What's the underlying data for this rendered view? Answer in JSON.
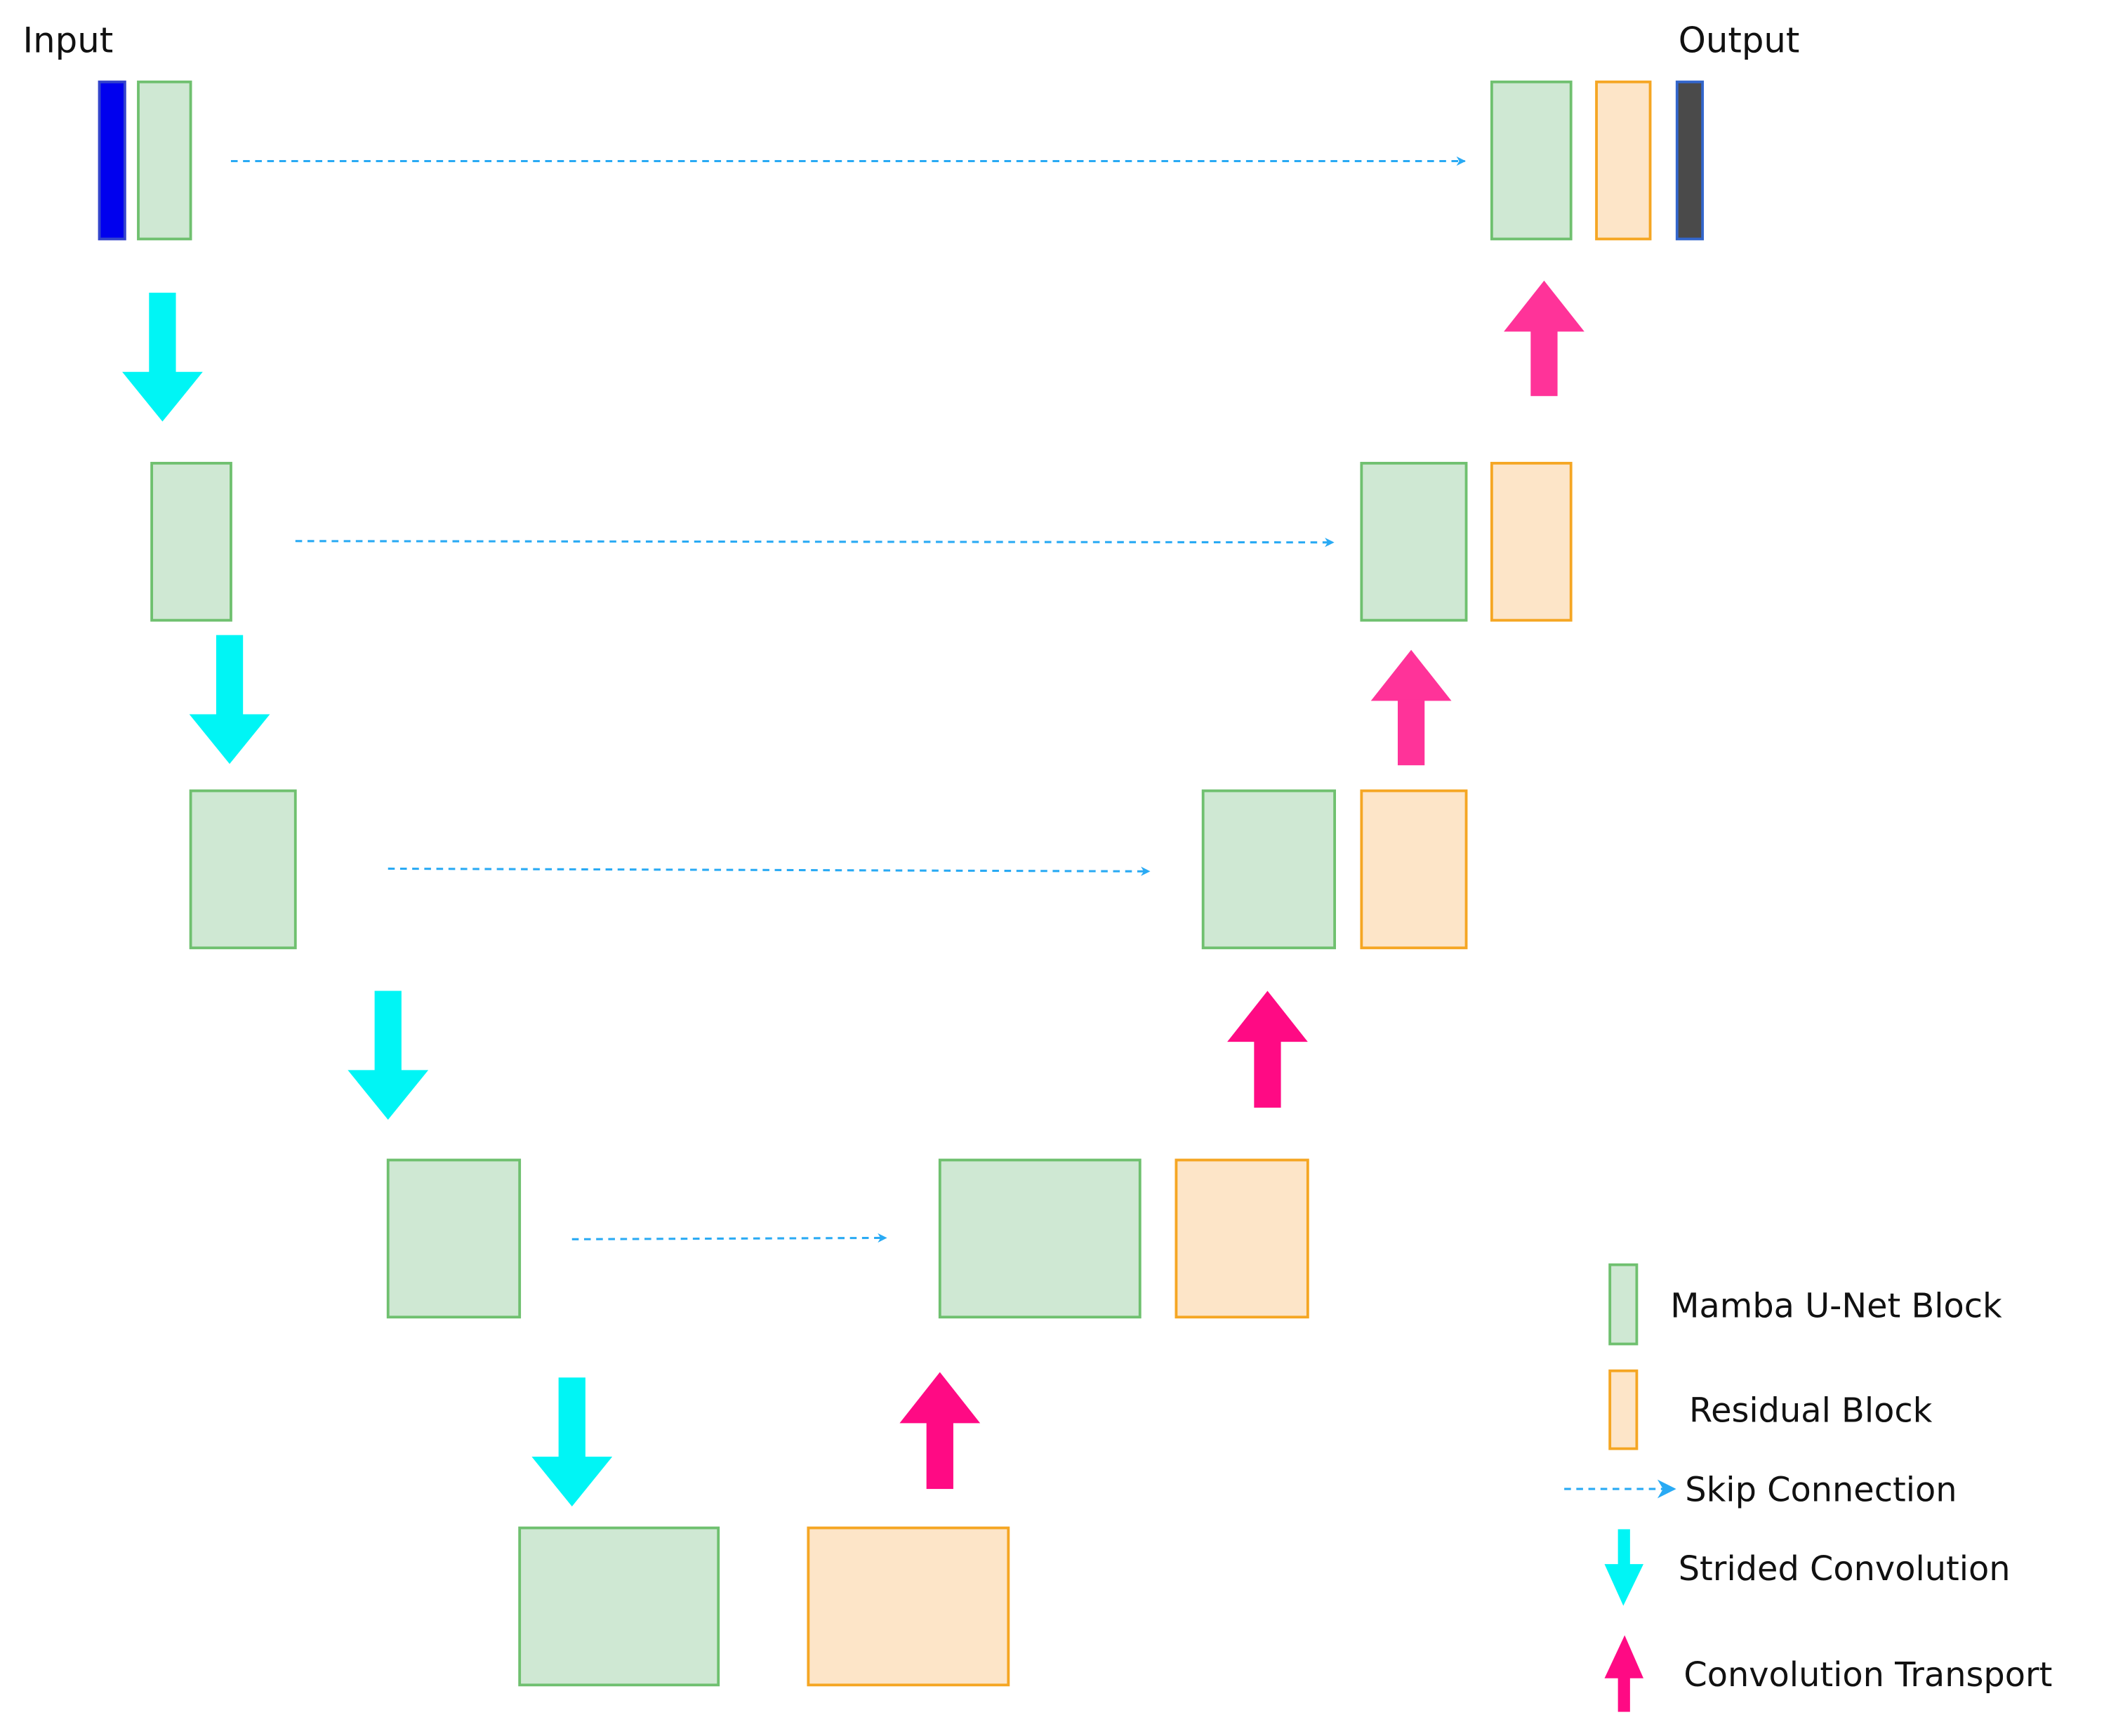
{
  "labels": {
    "input": "Input",
    "output": "Output"
  },
  "legend": {
    "mamba_block": "Mamba U-Net Block",
    "residual_block": "Residual Block",
    "skip_connection": "Skip Connection",
    "strided_convolution": "Strided Convolution",
    "convolution_transport": "Convolution Transport"
  },
  "colors": {
    "mamba_fill": "#cfe8d3",
    "mamba_stroke": "#6fc06f",
    "residual_fill": "#fde5c8",
    "residual_stroke": "#f5a623",
    "input_bar": "#0000ee",
    "output_bar": "#4a4a4a",
    "skip_line": "#29aaf4",
    "strided_arrow": "#00f5f5",
    "transport_arrow": "#ff0a84",
    "transport_arrow_light": "#ff3399"
  }
}
